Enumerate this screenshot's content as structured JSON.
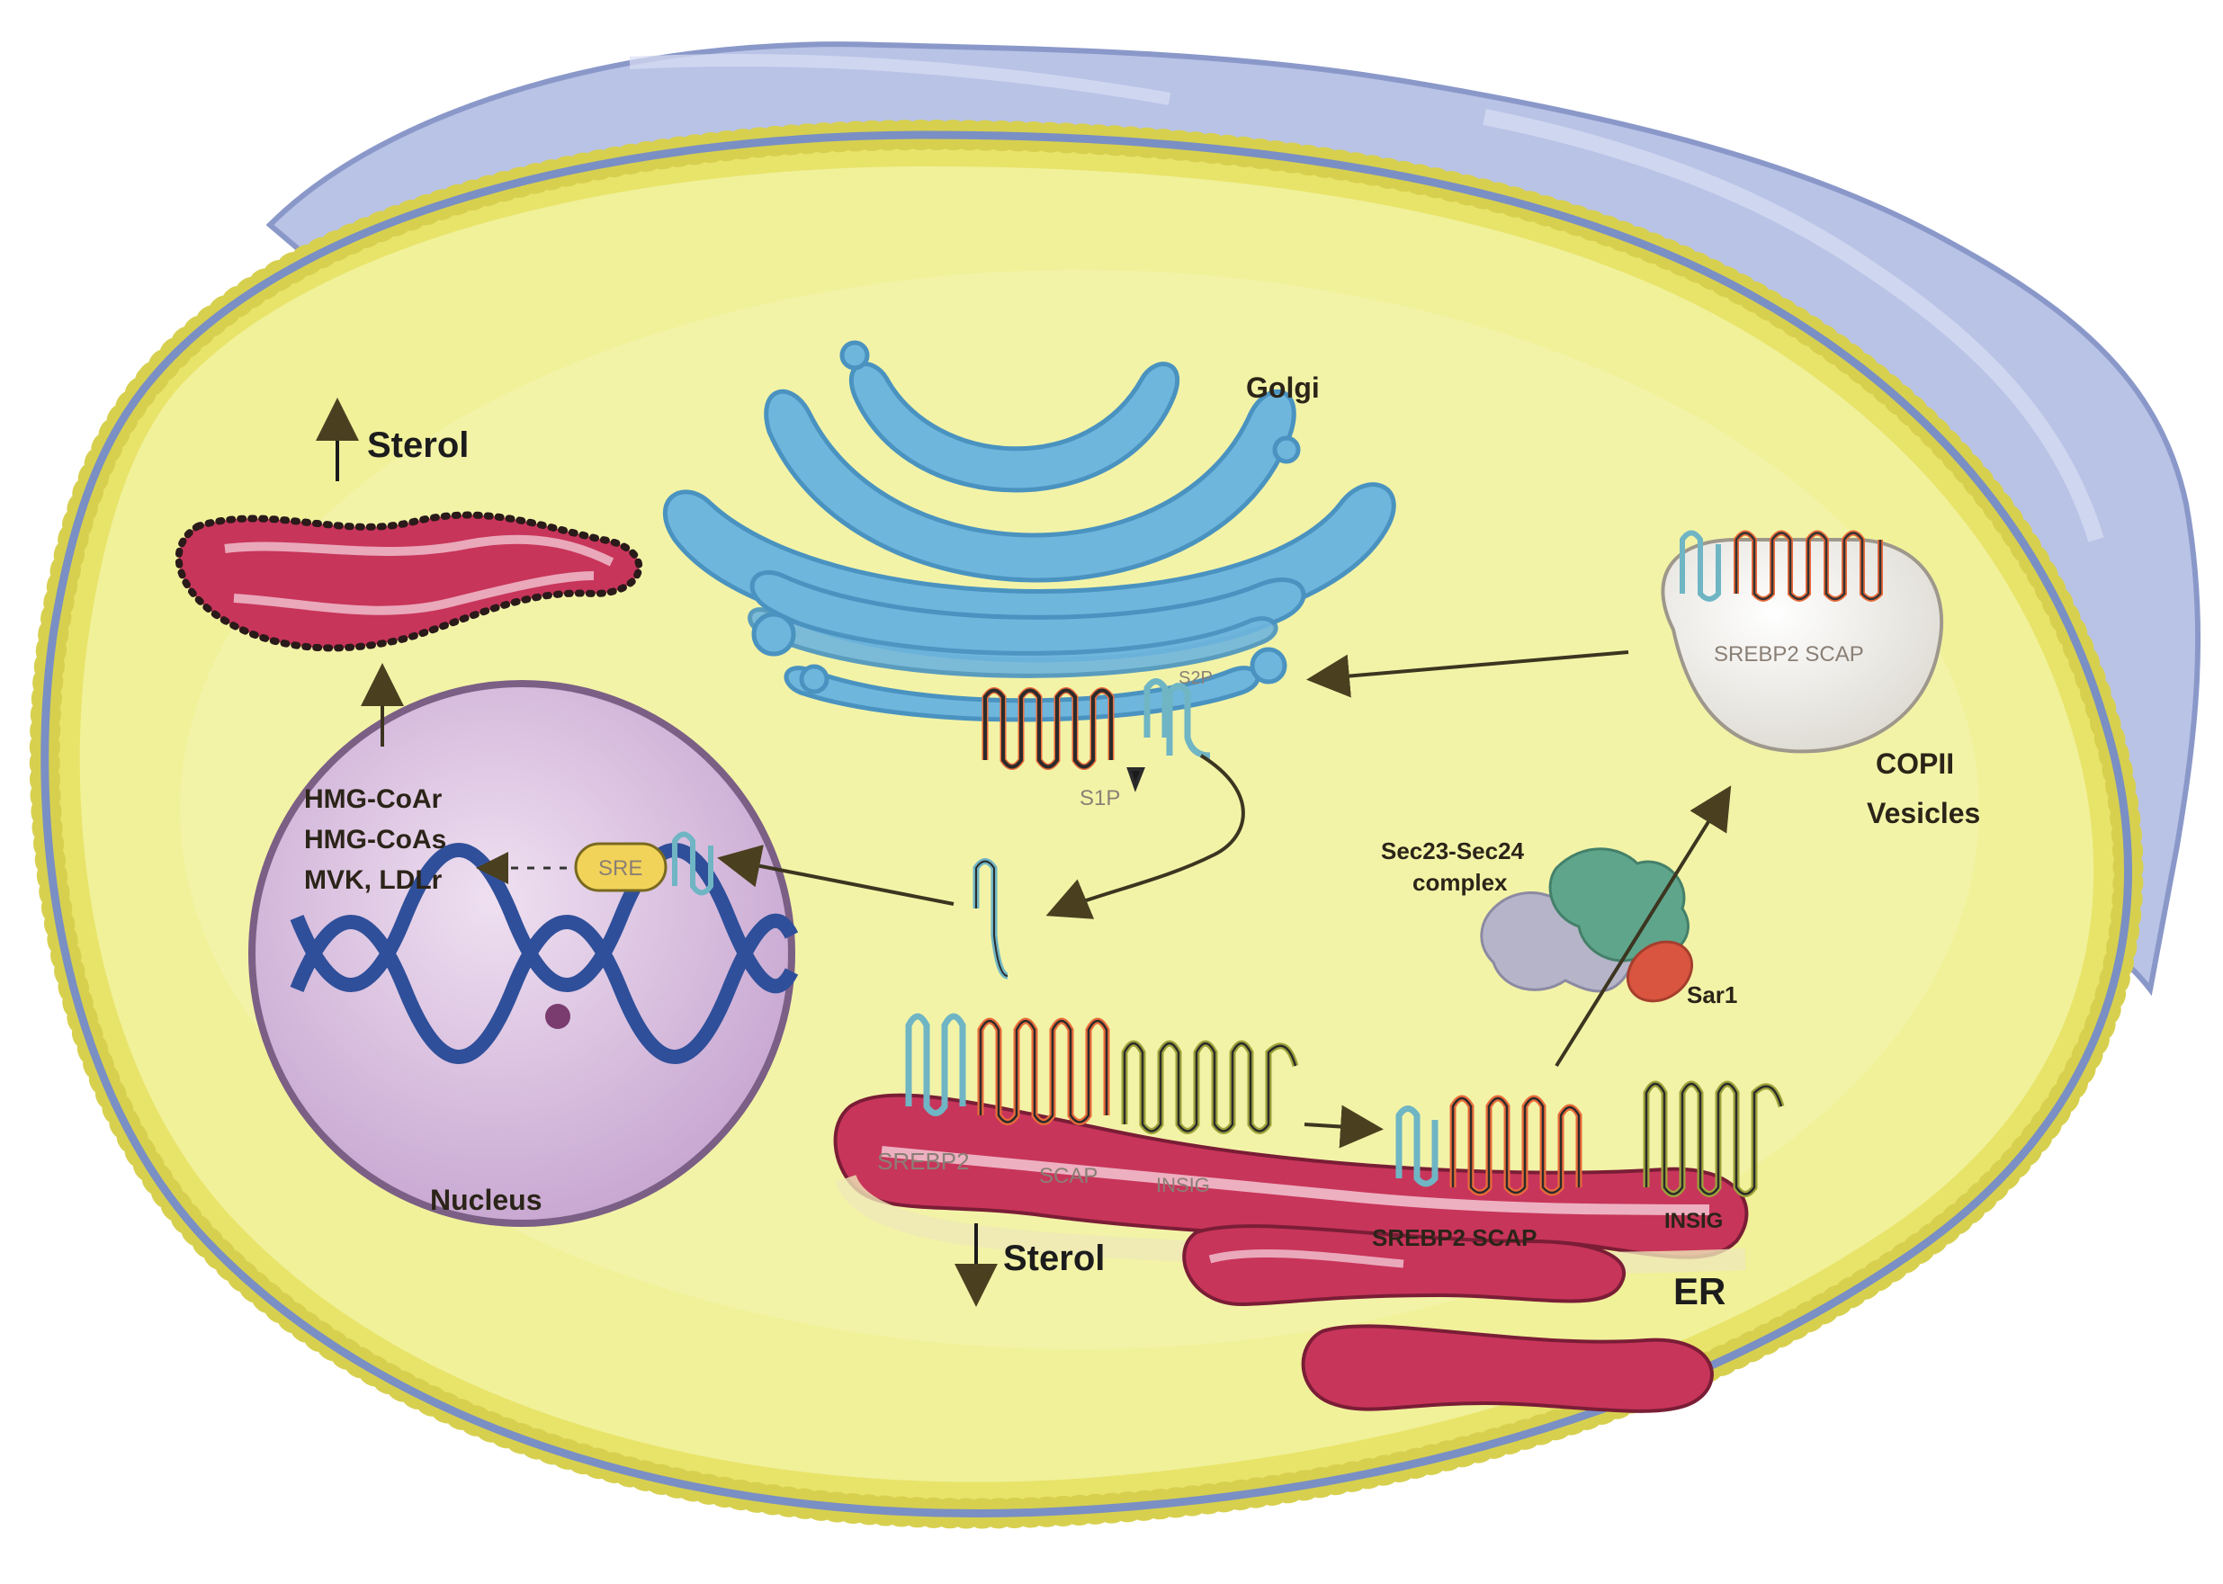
{
  "labels": {
    "golgi": "Golgi",
    "sterol_up": "Sterol",
    "sterol_down": "Sterol",
    "s2p": "S2P",
    "s1p": "S1P",
    "vesicle_proteins": "SREBP2 SCAP",
    "copii": "COPII",
    "vesicles": "Vesicles",
    "sec_complex_line1": "Sec23-Sec24",
    "sec_complex_line2": "complex",
    "sar1": "Sar1",
    "genes": [
      "HMG-CoAr",
      "HMG-CoAs",
      "MVK, LDLr"
    ],
    "sre": "SRE",
    "nucleus": "Nucleus",
    "er": "ER",
    "er_srebp2": "SREBP2",
    "er_scap": "SCAP",
    "er_insig": "INSIG",
    "er_exit_proteins": "SREBP2 SCAP",
    "er_insig_right": "INSIG"
  },
  "colors": {
    "cytoplasm": "#f1f19a",
    "membrane_bead": "#e8e46a",
    "membrane_core": "#7a8fc4",
    "cell_body": "#b9c3e6",
    "golgi": "#6fb6dd",
    "er": "#c8355a",
    "nucleus": "#dcc3e2",
    "dna": "#2f4f9a",
    "srebp2_domain": "#6fb5c4",
    "scap_domain": "#e86b3a",
    "insig_domain": "#9ea33a",
    "sre": "#f2d35a",
    "sec23_24": "#5fa58b",
    "sec_partner": "#b6b4c8",
    "sar1": "#d9553f"
  }
}
